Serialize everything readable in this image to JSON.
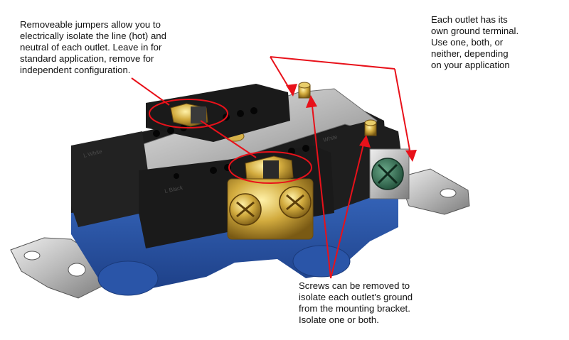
{
  "callouts": {
    "jumpers": "Removeable jumpers allow you to\nelectrically isolate the line (hot) and\nneutral of each outlet.  Leave in for\nstandard application, remove for\nindependent configuration.",
    "ground": "Each outlet has its\nown ground terminal.\nUse one, both, or\nneither, depending\non your application",
    "screws": "Screws can be removed to\nisolate each outlet's ground\nfrom the mounting bracket.\nIsolate one or both."
  },
  "housing_labels": {
    "white_top": "L White",
    "white_right": "White",
    "black_bottom": "L Black"
  },
  "colors": {
    "annotation_red": "#e8111a",
    "housing_black": "#1c1c1c",
    "base_blue": "#2855a8",
    "brass": "#c9a43a",
    "strap_silver": "#c7c7c7"
  }
}
